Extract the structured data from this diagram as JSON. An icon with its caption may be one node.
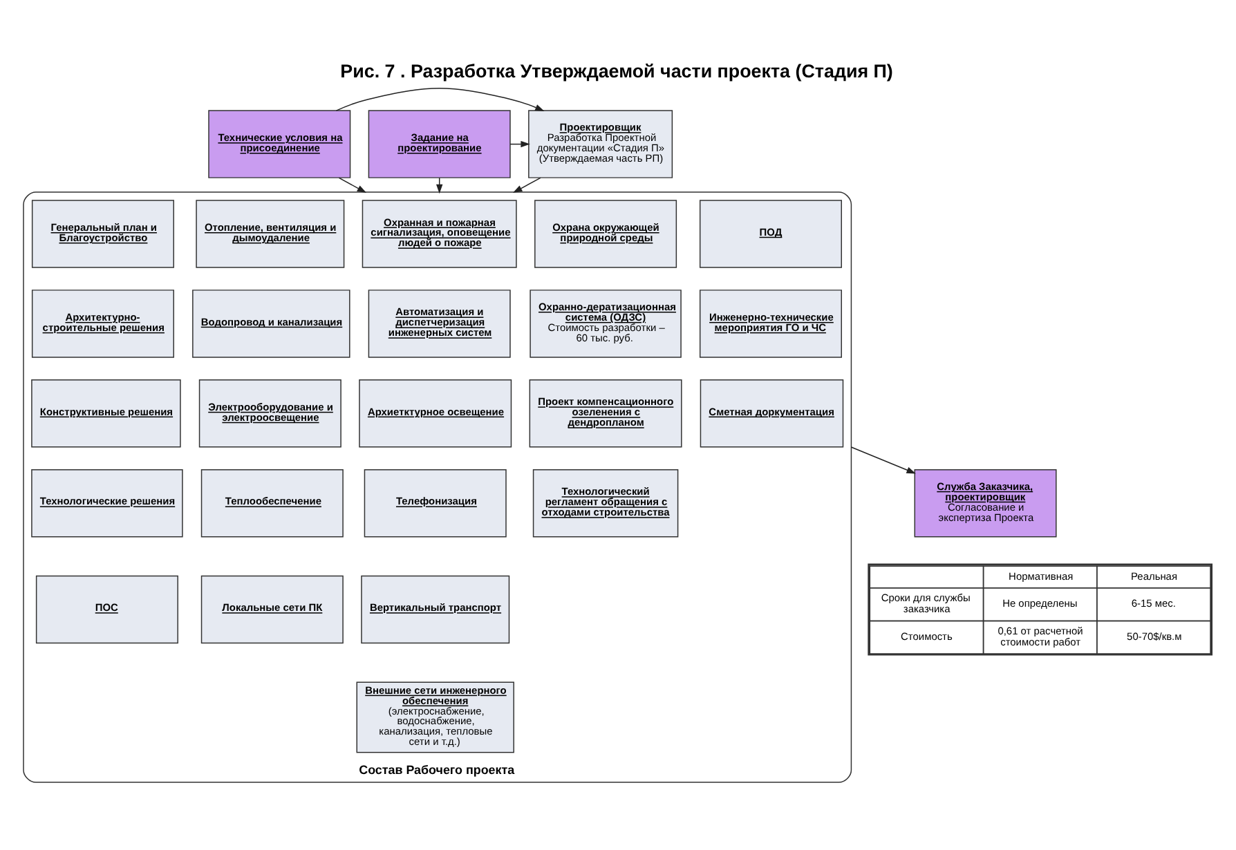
{
  "diagram": {
    "title": "Рис. 7 . Разработка Утверждаемой части проекта (Стадия П)",
    "nodes": [
      {
        "text": [
          "Технические условия на присоединение"
        ]
      },
      {
        "text": [
          "Проектировщик",
          "Разработка Проектной документации «Стадия П» (Утверждаемая часть РП)"
        ]
      },
      {
        "text": [
          "Задание на проектирование"
        ]
      },
      {
        "text": [
          "Состав Рабочего проекта"
        ]
      },
      {
        "text": [
          "Генеральный план и Благоустройство"
        ],
        "in": 3
      },
      {
        "text": [
          "Отопление, вентиляция и дымоудаление"
        ],
        "in": 3
      },
      {
        "text": [
          "Охранная и пожарная сигнализация, оповещение людей о пожаре"
        ],
        "in": 3
      },
      {
        "text": [
          "Охрана окружающей природной среды"
        ],
        "in": 3
      },
      {
        "text": [
          "ПОД"
        ],
        "in": 3
      },
      {
        "text": [
          "Архитектурно-строительные решения"
        ],
        "in": 3
      },
      {
        "text": [
          "Водопровод и канализация"
        ],
        "in": 3
      },
      {
        "text": [
          "Автоматизация и диспетчеризация инженерных систем"
        ],
        "in": 3
      },
      {
        "text": [
          "Охранно-дератизационная система (ОДЗС)",
          "Стоимость разработки – 60 тыс. руб."
        ],
        "in": 3
      },
      {
        "text": [
          "Инженерно-технические мероприятия ГО и ЧС"
        ],
        "in": 3
      },
      {
        "text": [
          "Конструктивные решения"
        ],
        "in": 3
      },
      {
        "text": [
          "Электрооборудование и электроосвещение"
        ],
        "in": 3
      },
      {
        "text": [
          "Архиетктурное освещение"
        ],
        "in": 3
      },
      {
        "text": [
          "Проект компенсационного озеленения с дендропланом"
        ],
        "in": 3
      },
      {
        "text": [
          "Сметная доркументация"
        ],
        "in": 3
      },
      {
        "text": [
          "Технологические решения"
        ],
        "in": 3
      },
      {
        "text": [
          "Теплообеспечение"
        ],
        "in": 3
      },
      {
        "text": [
          "Телефонизация"
        ],
        "in": 3
      },
      {
        "text": [
          "Технологический регламент обращения с отходами строительства"
        ],
        "in": 3
      },
      {
        "text": [
          "ПОС"
        ],
        "in": 3
      },
      {
        "text": [
          "Локальные сети ПК"
        ],
        "in": 3
      },
      {
        "text": [
          "Вертикальный транспорт"
        ],
        "in": 3
      },
      {
        "text": [
          "Внешние сети инженерного обеспечения",
          "(электроснабжение, водоснабжение, канализация, тепловые сети и т.д.)"
        ],
        "in": 3
      },
      {
        "text": [
          "Служба Заказчика, проектировщик",
          "Согласование и экспертиза Проекта"
        ]
      }
    ],
    "edges": [
      {
        "from": 0,
        "to": 1,
        "arrow": "to"
      },
      {
        "from": 2,
        "to": 1,
        "arrow": "to"
      },
      {
        "from": 1,
        "to": 3,
        "arrow": "to"
      },
      {
        "from": 0,
        "to": 3,
        "arrow": "to"
      },
      {
        "from": 2,
        "to": 3,
        "arrow": "to"
      },
      {
        "from": 3,
        "to": 27,
        "arrow": "to"
      }
    ],
    "labels": [
      "Нормативная",
      "Реальная",
      "Сроки для службы заказчика",
      "Не определены",
      "6-15 мес.",
      "Стоимость",
      "0,61 от расчетной стоимости работ",
      "50-70$/кв.м"
    ]
  }
}
